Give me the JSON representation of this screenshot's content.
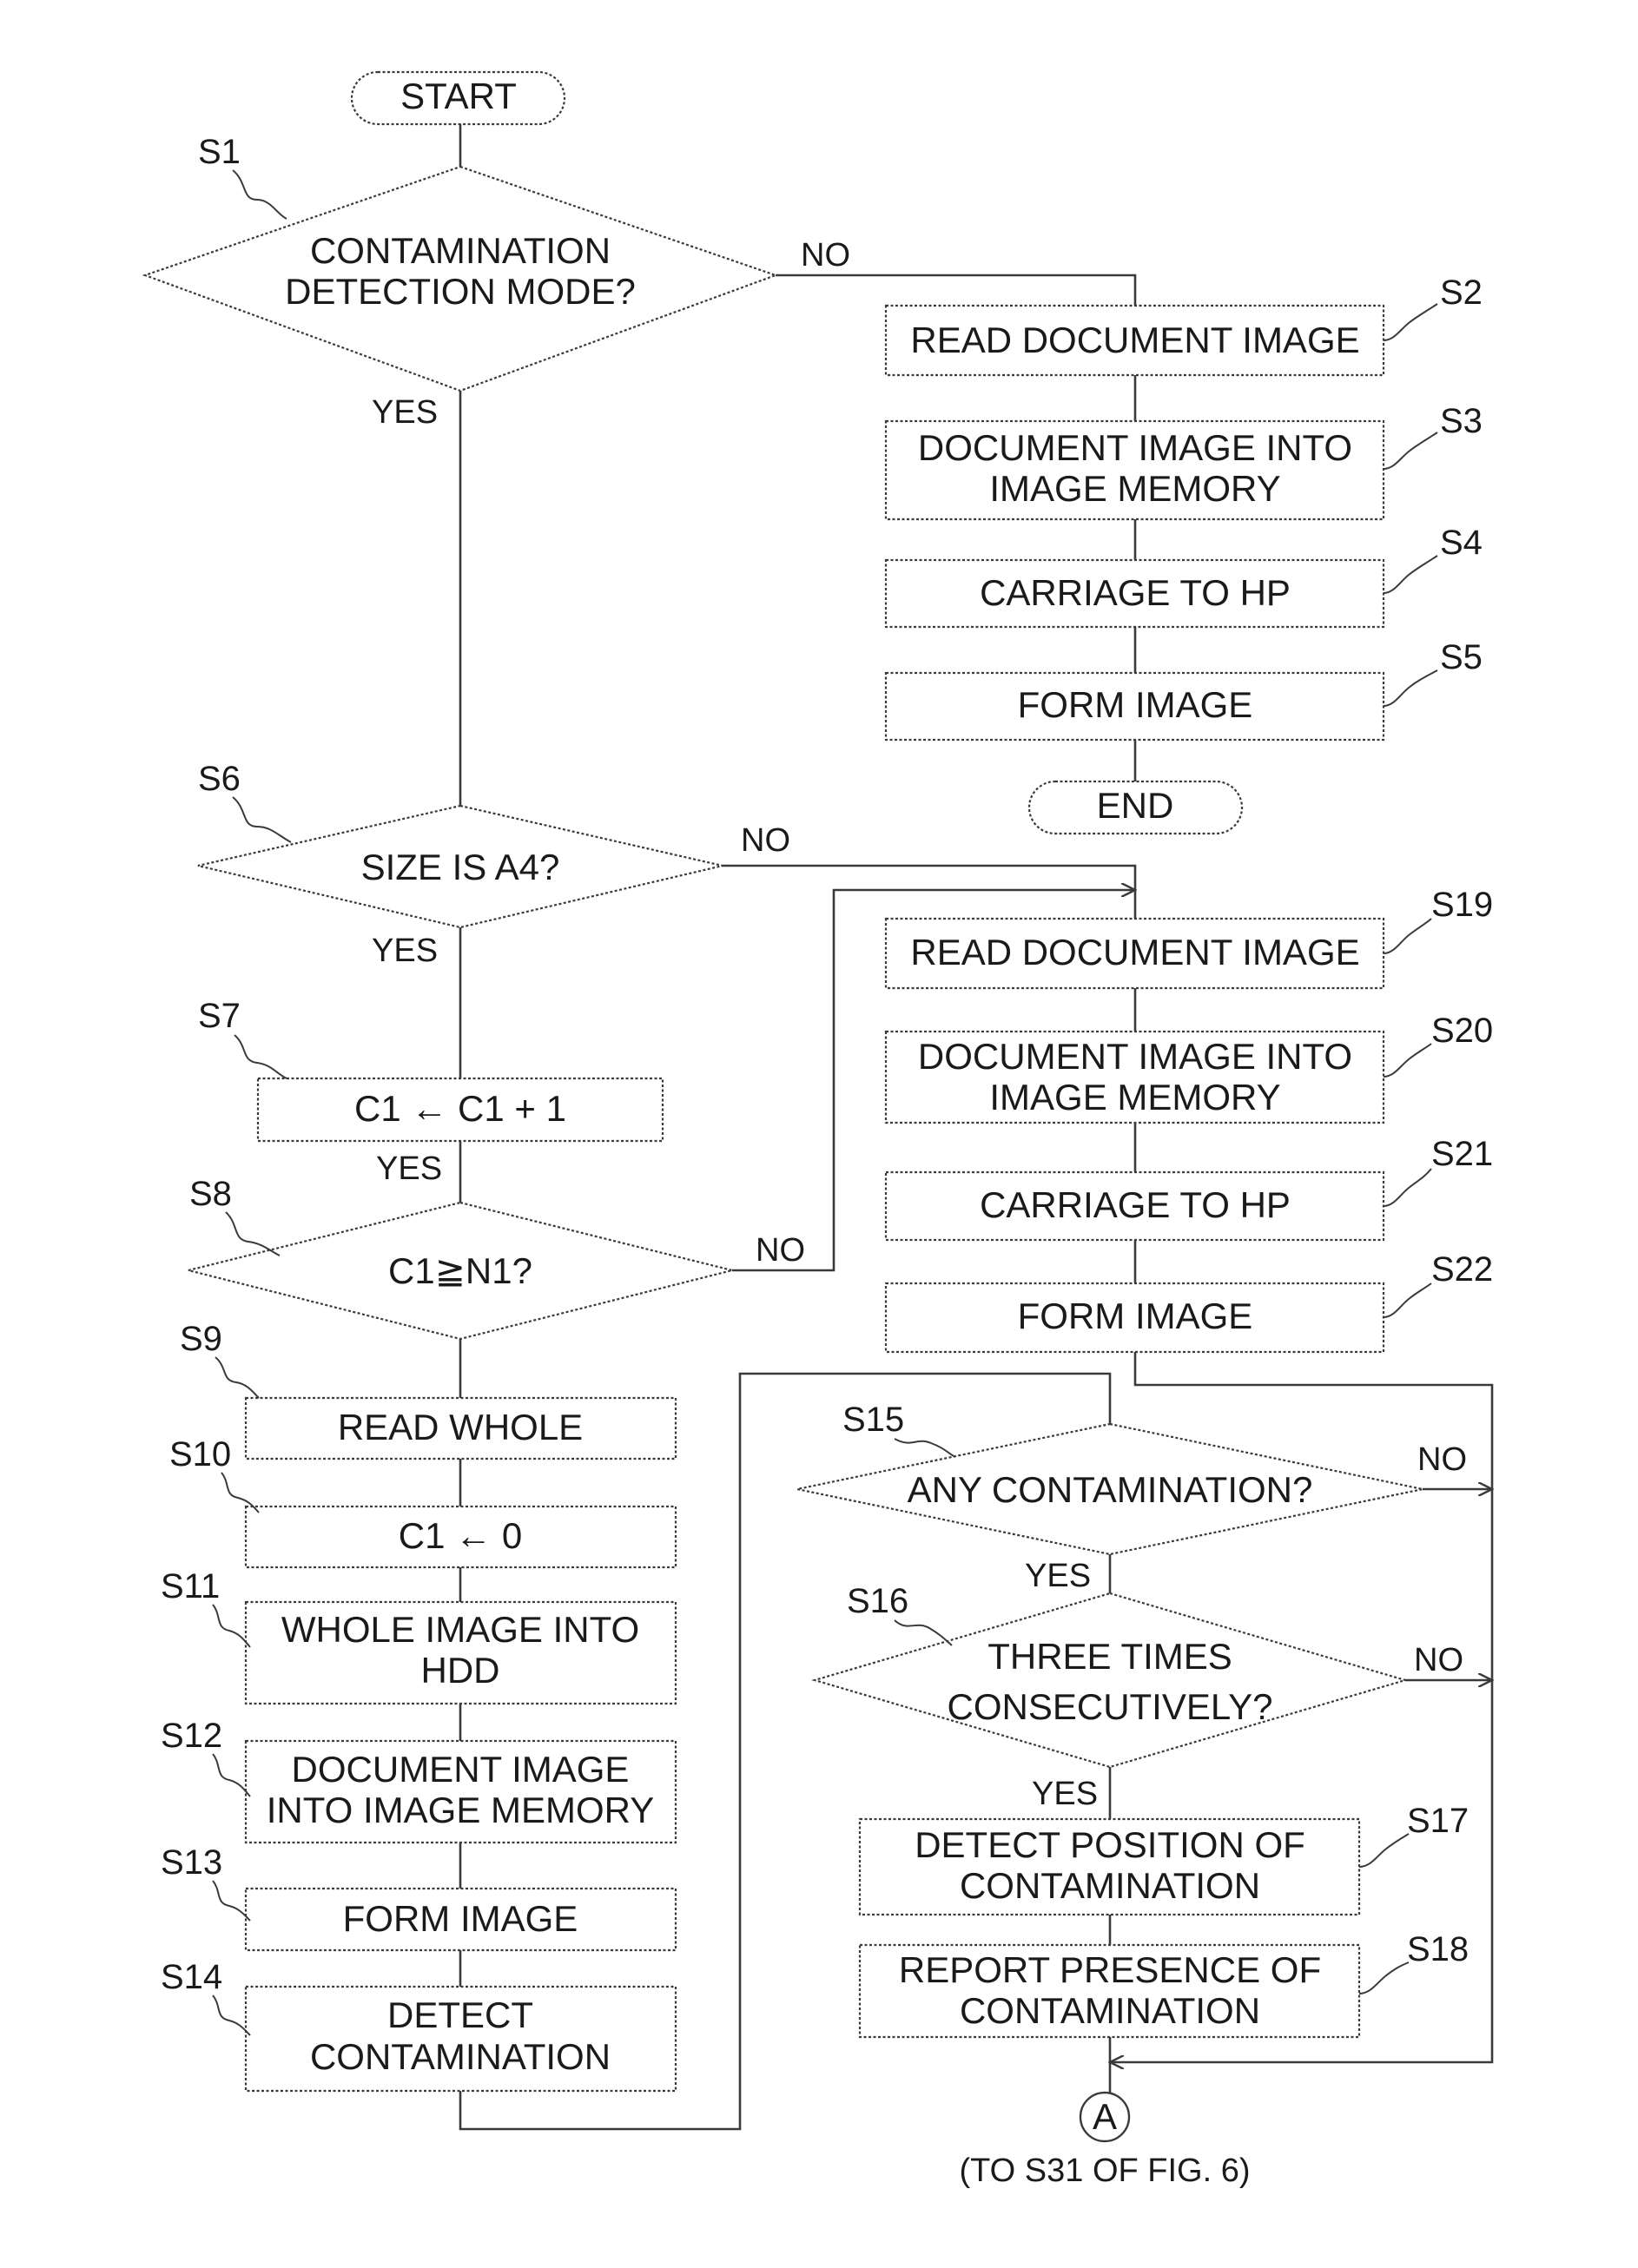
{
  "terminals": {
    "start": "START",
    "end": "END"
  },
  "steps": {
    "s1": {
      "id": "S1",
      "lines": [
        "CONTAMINATION",
        "DETECTION MODE?"
      ]
    },
    "s2": {
      "id": "S2",
      "lines": [
        "READ DOCUMENT IMAGE"
      ]
    },
    "s3": {
      "id": "S3",
      "lines": [
        "DOCUMENT IMAGE INTO",
        "IMAGE MEMORY"
      ]
    },
    "s4": {
      "id": "S4",
      "lines": [
        "CARRIAGE TO HP"
      ]
    },
    "s5": {
      "id": "S5",
      "lines": [
        "FORM IMAGE"
      ]
    },
    "s6": {
      "id": "S6",
      "lines": [
        "SIZE IS A4?"
      ]
    },
    "s7": {
      "id": "S7",
      "lines": [
        "C1  ←  C1 + 1"
      ]
    },
    "s8": {
      "id": "S8",
      "lines": [
        "C1≧N1?"
      ]
    },
    "s9": {
      "id": "S9",
      "lines": [
        "READ WHOLE"
      ]
    },
    "s10": {
      "id": "S10",
      "lines": [
        "C1  ←  0"
      ]
    },
    "s11": {
      "id": "S11",
      "lines": [
        "WHOLE IMAGE INTO",
        "HDD"
      ]
    },
    "s12": {
      "id": "S12",
      "lines": [
        "DOCUMENT IMAGE",
        "INTO IMAGE MEMORY"
      ]
    },
    "s13": {
      "id": "S13",
      "lines": [
        "FORM IMAGE"
      ]
    },
    "s14": {
      "id": "S14",
      "lines": [
        "DETECT",
        "CONTAMINATION"
      ]
    },
    "s15": {
      "id": "S15",
      "lines": [
        "ANY CONTAMINATION?"
      ]
    },
    "s16": {
      "id": "S16",
      "lines": [
        "THREE TIMES",
        "CONSECUTIVELY?"
      ]
    },
    "s17": {
      "id": "S17",
      "lines": [
        "DETECT POSITION OF",
        "CONTAMINATION"
      ]
    },
    "s18": {
      "id": "S18",
      "lines": [
        "REPORT PRESENCE OF",
        "CONTAMINATION"
      ]
    },
    "s19": {
      "id": "S19",
      "lines": [
        "READ DOCUMENT IMAGE"
      ]
    },
    "s20": {
      "id": "S20",
      "lines": [
        "DOCUMENT IMAGE INTO",
        "IMAGE MEMORY"
      ]
    },
    "s21": {
      "id": "S21",
      "lines": [
        "CARRIAGE TO HP"
      ]
    },
    "s22": {
      "id": "S22",
      "lines": [
        "FORM IMAGE"
      ]
    }
  },
  "branch_labels": {
    "s1_no": "NO",
    "s1_yes": "YES",
    "s6_no": "NO",
    "s6_yes": "YES",
    "s7_yes": "YES",
    "s8_no": "NO",
    "s15_no": "NO",
    "s15_yes": "YES",
    "s16_no": "NO",
    "s16_yes": "YES"
  },
  "connector": {
    "label": "A",
    "note": "(TO S31 OF FIG. 6)"
  }
}
